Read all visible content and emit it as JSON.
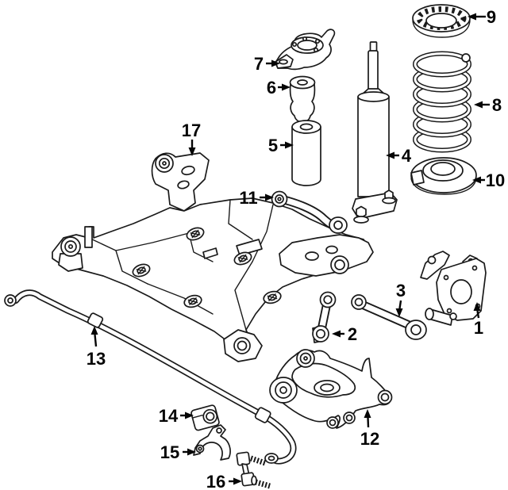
{
  "figure": {
    "kind": "exploded-parts-diagram",
    "subject": "rear-suspension",
    "colors": {
      "background": "#ffffff",
      "line": "#1a1a1a",
      "label": "#050505"
    }
  },
  "callouts": [
    {
      "label": "1",
      "part": "wheel-knuckle"
    },
    {
      "label": "2",
      "part": "toe-link"
    },
    {
      "label": "3",
      "part": "lateral-arm"
    },
    {
      "label": "4",
      "part": "shock-absorber"
    },
    {
      "label": "5",
      "part": "shock-dust-shield"
    },
    {
      "label": "6",
      "part": "jounce-bumper"
    },
    {
      "label": "7",
      "part": "upper-shock-mount"
    },
    {
      "label": "8",
      "part": "coil-spring"
    },
    {
      "label": "9",
      "part": "upper-spring-seat"
    },
    {
      "label": "10",
      "part": "lower-spring-insulator"
    },
    {
      "label": "11",
      "part": "upper-control-arm"
    },
    {
      "label": "12",
      "part": "lower-control-arm"
    },
    {
      "label": "13",
      "part": "stabilizer-bar"
    },
    {
      "label": "14",
      "part": "stabilizer-bar-bushing"
    },
    {
      "label": "15",
      "part": "stabilizer-bar-bracket"
    },
    {
      "label": "16",
      "part": "stabilizer-link"
    },
    {
      "label": "17",
      "part": "rear-subframe-crossmember"
    }
  ]
}
